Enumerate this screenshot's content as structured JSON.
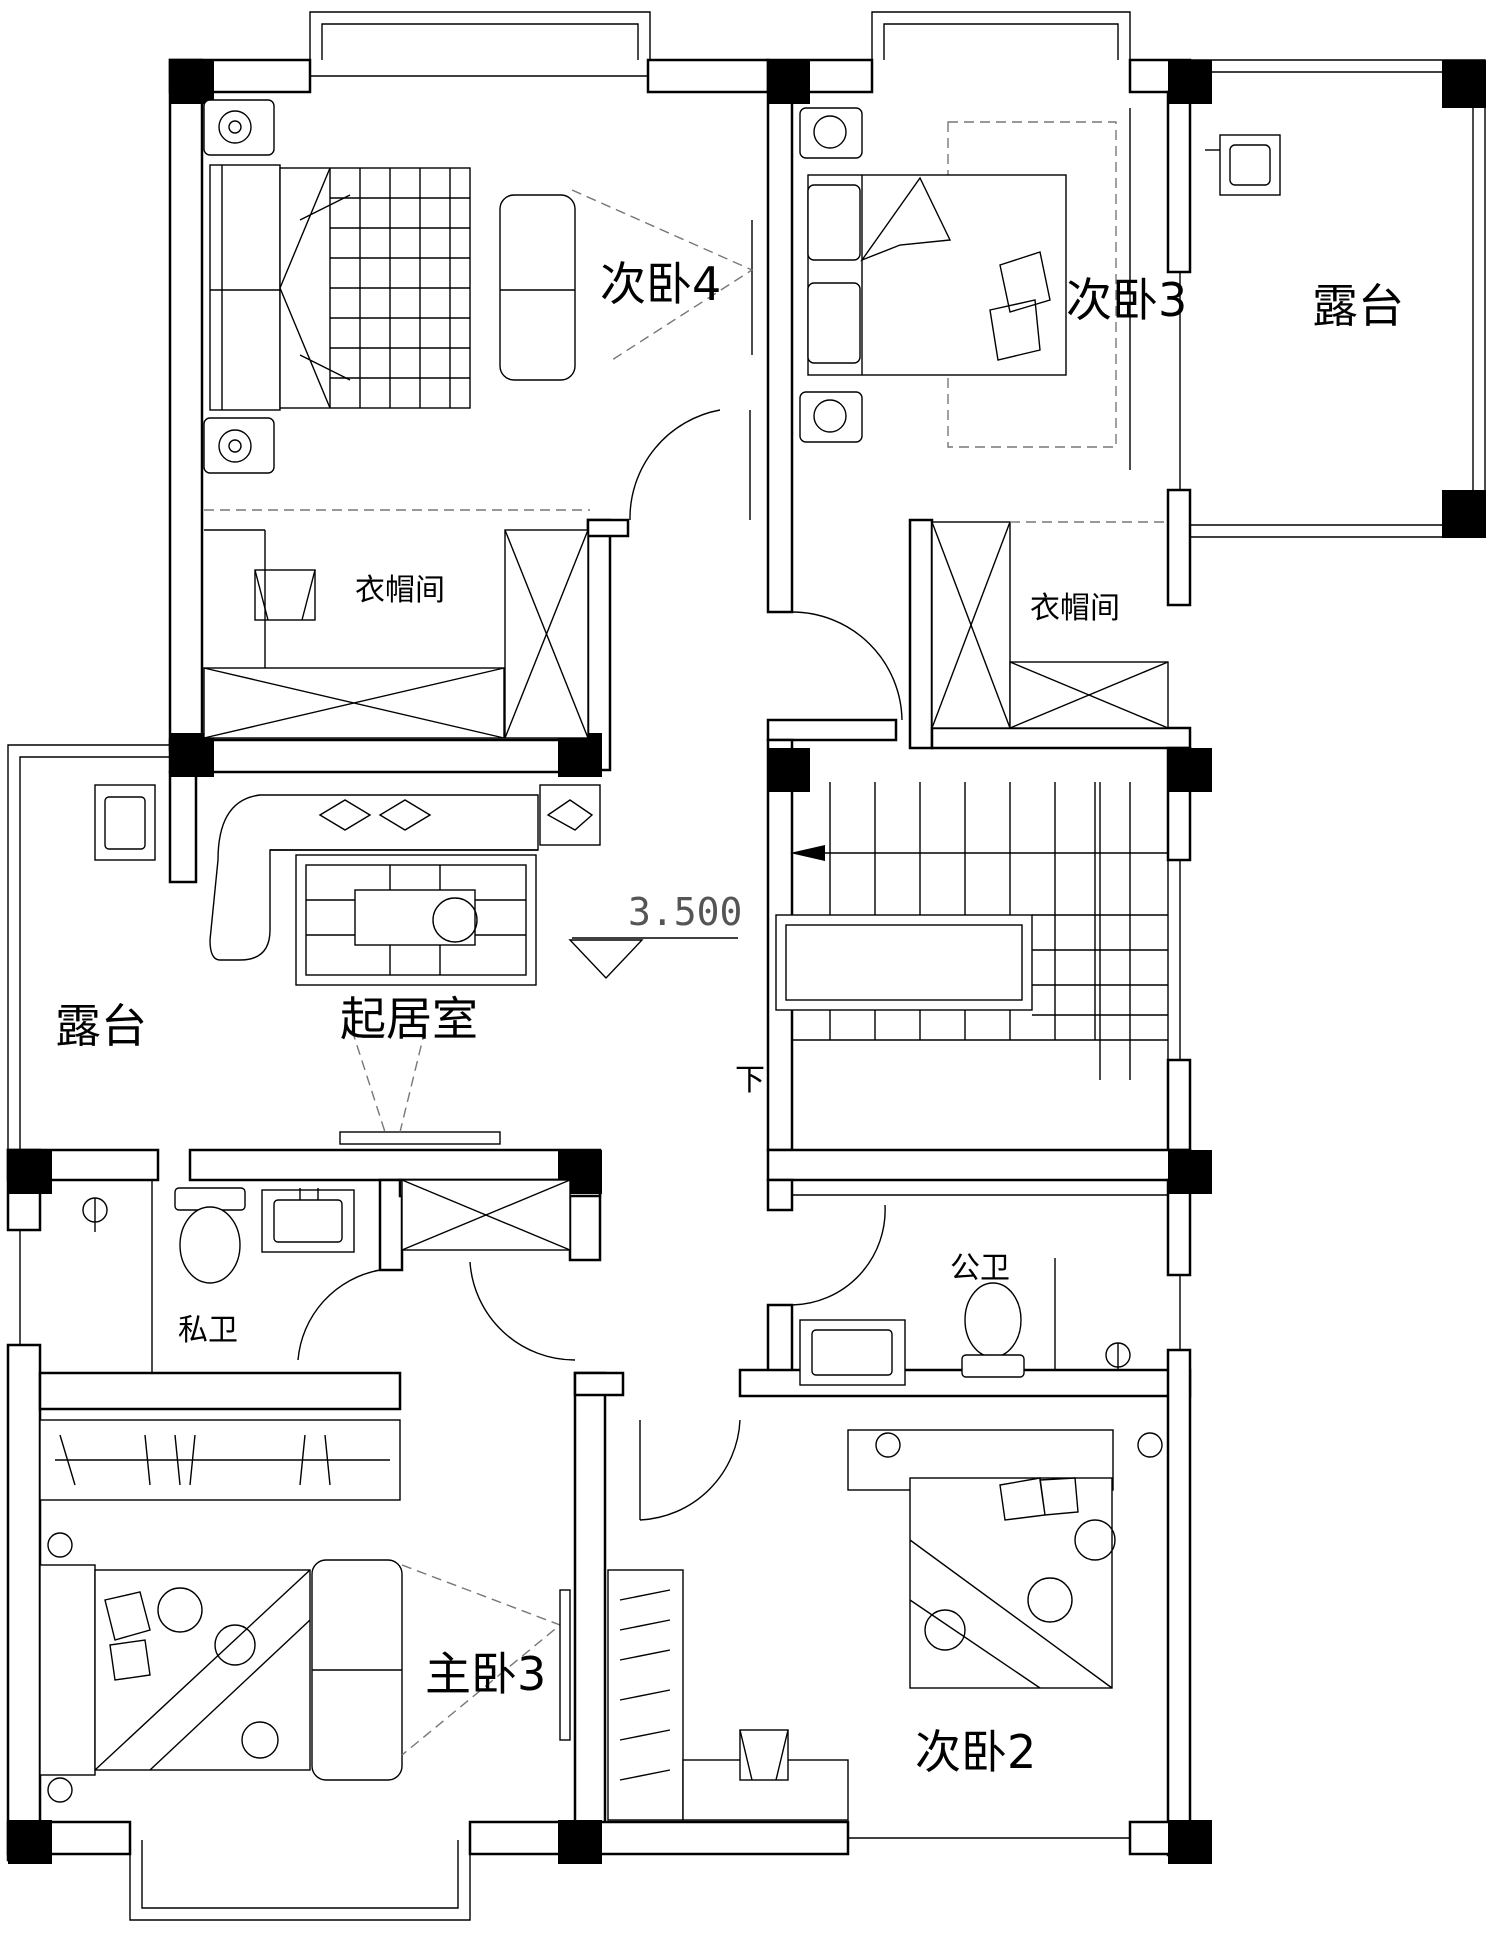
{
  "rooms": {
    "bedroom4": "次卧4",
    "bedroom3": "次卧3",
    "terrace_right": "露台",
    "closet_left": "衣帽间",
    "closet_right": "衣帽间",
    "terrace_left": "露台",
    "living": "起居室",
    "elevation": "3.500",
    "stair_down": "下",
    "private_bath": "私卫",
    "public_bath": "公卫",
    "master3": "主卧3",
    "bedroom2": "次卧2"
  }
}
